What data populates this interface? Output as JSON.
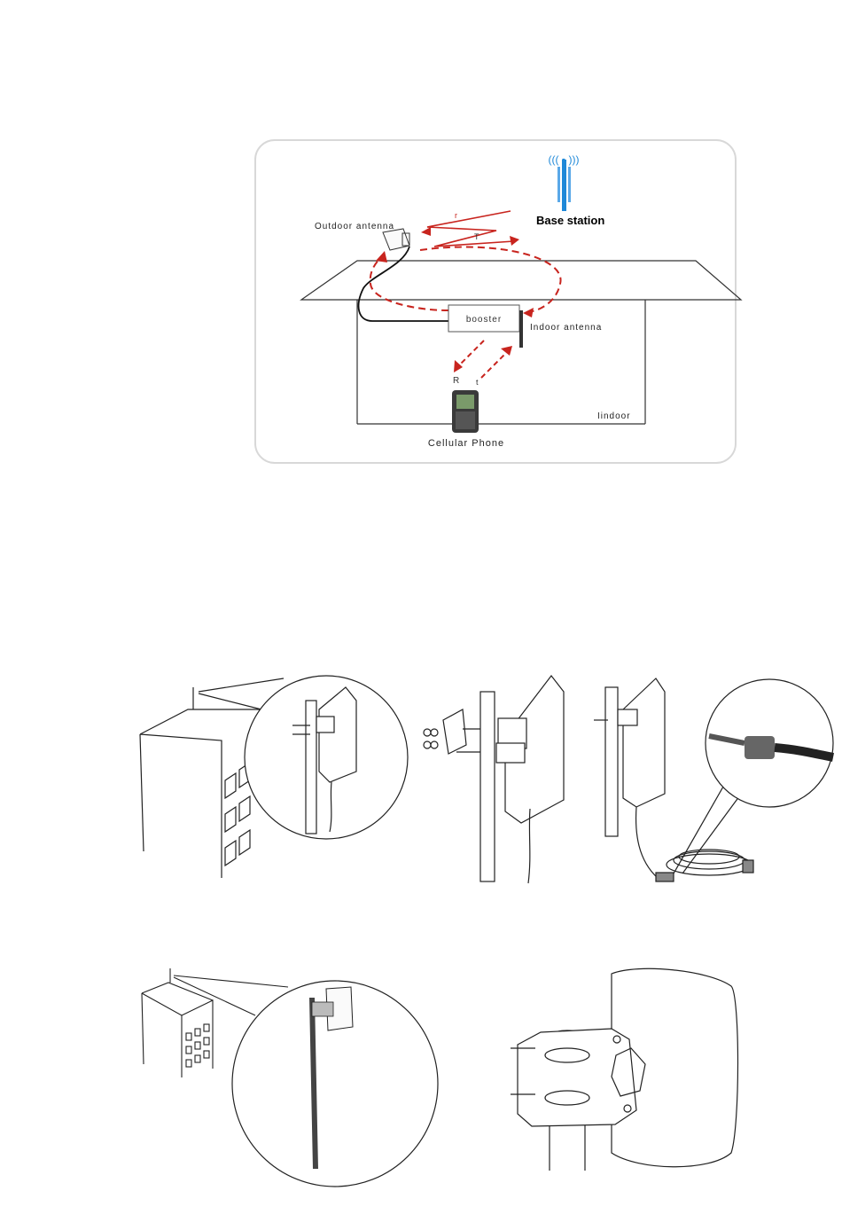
{
  "network_diagram": {
    "labels": {
      "base_station": "Base station",
      "outdoor_antenna": "Outdoor antenna",
      "booster": "booster",
      "indoor_antenna": "Indoor antenna",
      "indoor": "Iindoor",
      "cellular_phone": "Cellular Phone",
      "r_upper": "r",
      "t_upper": "T",
      "r_lower": "R",
      "t_lower": "t"
    },
    "colors": {
      "signal": "#c8241e",
      "tower": "#1e88d8",
      "line": "#333333",
      "frame": "#d8d8d8"
    }
  },
  "installation_figures": {
    "panel_antenna_steps": [
      "building-mount-zoom",
      "bracket-assembly",
      "cable-connection"
    ],
    "yagi_antenna_steps": [
      "building-mount-zoom",
      "pole-bracket-detail"
    ]
  }
}
